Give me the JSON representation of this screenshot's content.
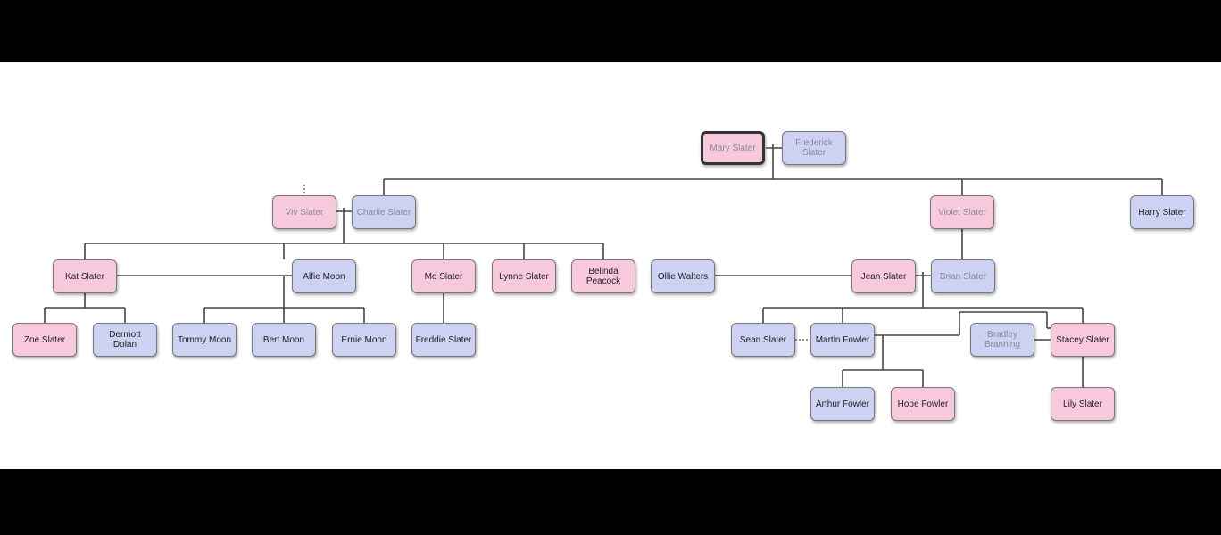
{
  "tree": {
    "people": {
      "mary": "Mary Slater",
      "frederick": "Frederick Slater",
      "viv": "Viv Slater",
      "charlie": "Charlie Slater",
      "violet": "Violet Slater",
      "harry": "Harry Slater",
      "kat": "Kat Slater",
      "alfie": "Alfie Moon",
      "mo": "Mo Slater",
      "lynne": "Lynne Slater",
      "belinda": "Belinda Peacock",
      "ollie": "Ollie Walters",
      "jean": "Jean Slater",
      "brian": "Brian Slater",
      "zoe": "Zoe Slater",
      "dermott": "Dermott Dolan",
      "tommy": "Tommy Moon",
      "bert": "Bert Moon",
      "ernie": "Ernie Moon",
      "freddie": "Freddie Slater",
      "sean": "Sean Slater",
      "martin": "Martin Fowler",
      "bradley": "Bradley Branning",
      "stacey": "Stacey Slater",
      "arthur": "Arthur Fowler",
      "hope": "Hope Fowler",
      "lily": "Lily Slater"
    }
  }
}
